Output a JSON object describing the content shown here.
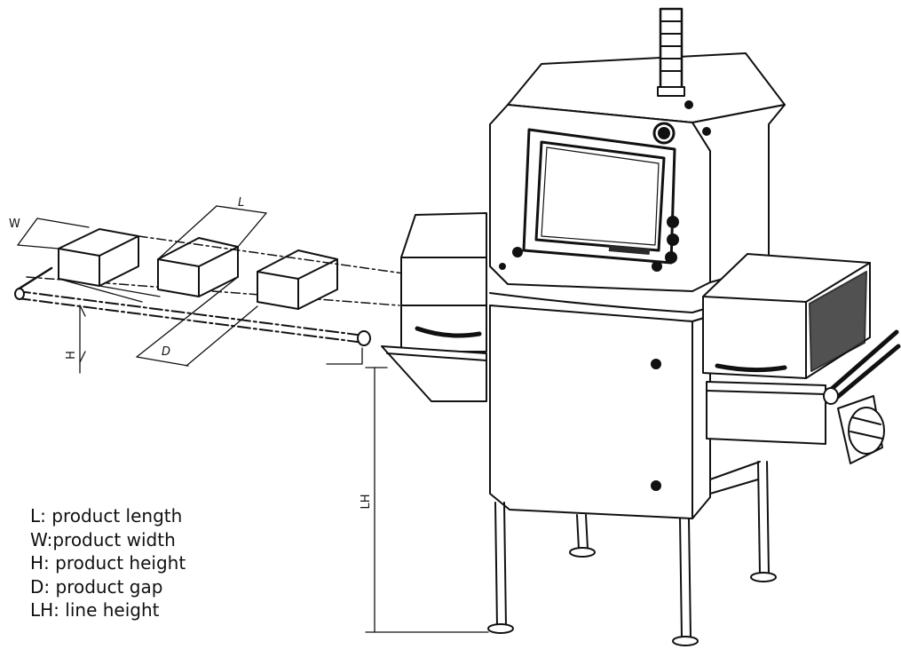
{
  "colors": {
    "line": "#111111",
    "background": "#ffffff",
    "screen_frame": "#2a2a2a"
  },
  "dimension_labels": {
    "length": "L",
    "width": "W",
    "height": "H",
    "gap": "D",
    "line_height": "LH"
  },
  "legend": [
    {
      "key": "L:",
      "text": "product length"
    },
    {
      "key": "W:",
      "text": "product width"
    },
    {
      "key": "H:",
      "text": "product height"
    },
    {
      "key": "D:",
      "text": "product gap"
    },
    {
      "key": "LH:",
      "text": "line height"
    }
  ]
}
